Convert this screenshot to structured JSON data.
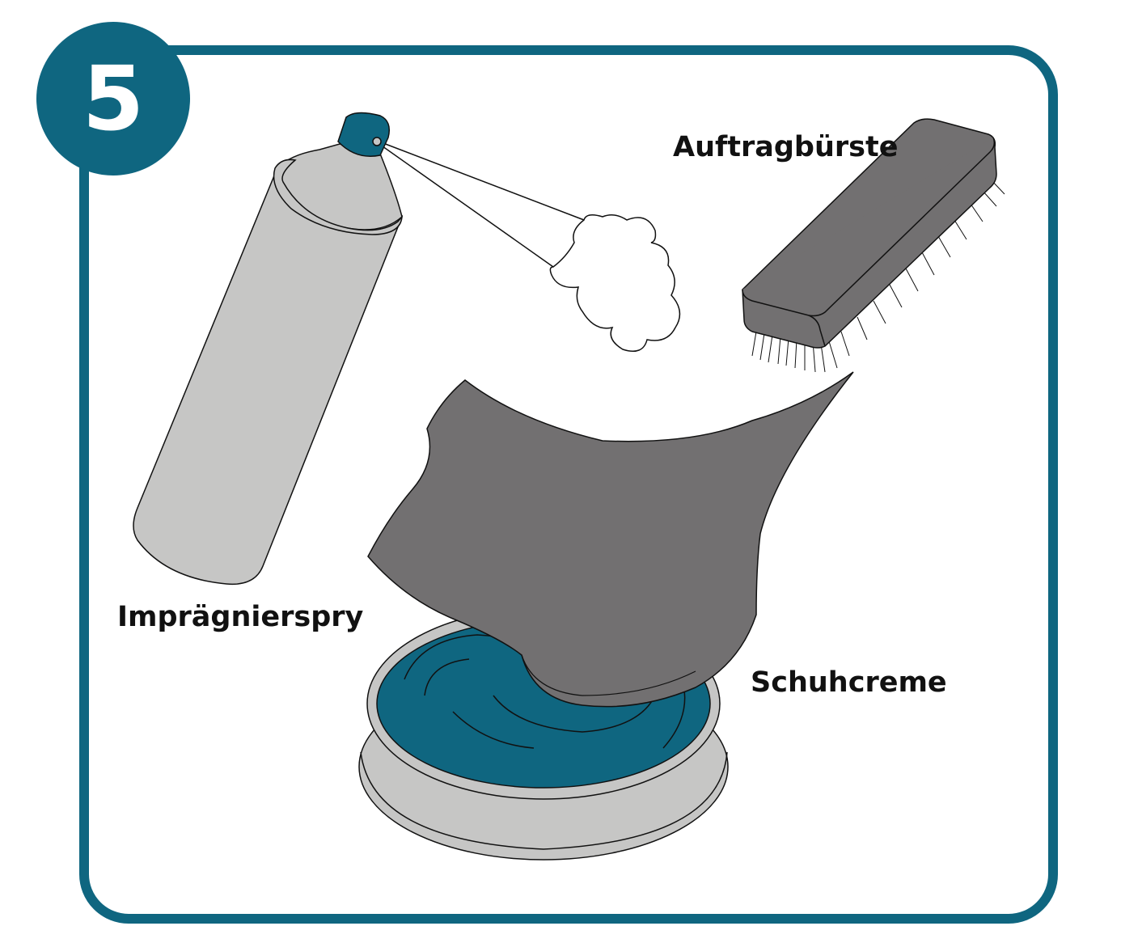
{
  "step_number": "5",
  "labels": {
    "brush": "Auftragbürste",
    "spray": "Imprägnierspry",
    "polish": "Schuhcreme"
  },
  "colors": {
    "accent": "#0f6680",
    "can_gray": "#c6c6c5",
    "cloth_gray": "#727071"
  }
}
